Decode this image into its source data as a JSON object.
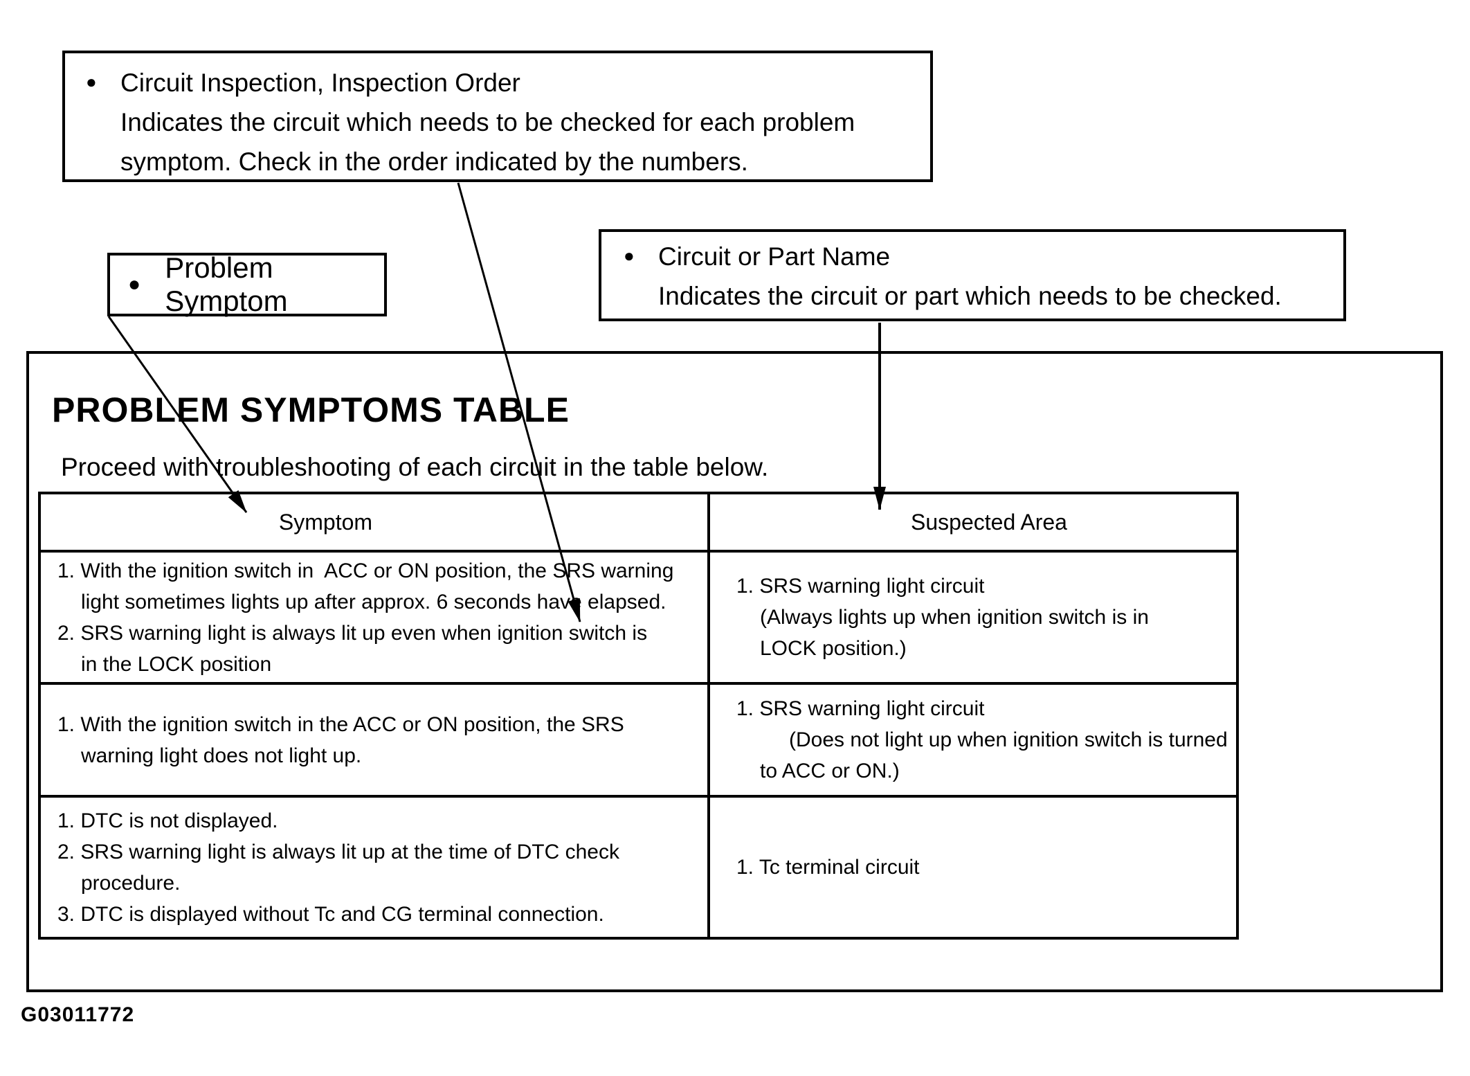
{
  "colors": {
    "ink": "#000000",
    "paper": "#ffffff"
  },
  "callouts": {
    "inspection": {
      "bullet": "●",
      "title": "Circuit Inspection, Inspection Order",
      "line1": "Indicates the circuit which needs to be checked for each problem",
      "line2": "symptom. Check in the order indicated by the numbers."
    },
    "problem_symptom": {
      "bullet": "●",
      "label": "Problem Symptom"
    },
    "circuit_or_part": {
      "bullet": "●",
      "title": "Circuit or Part Name",
      "line1": "Indicates the circuit or part which needs to be checked."
    }
  },
  "main": {
    "title": "PROBLEM SYMPTOMS TABLE",
    "subtitle": "Proceed with troubleshooting of each circuit in the table below.",
    "figure_id": "G03011772"
  },
  "table": {
    "headers": {
      "symptom": "Symptom",
      "suspected": "Suspected Area"
    },
    "rows": [
      {
        "symptom_lines": [
          {
            "text": "1. With the ignition switch in  ACC or ON position, the SRS warning",
            "indent": 0
          },
          {
            "text": "light sometimes lights up after approx. 6 seconds have elapsed.",
            "indent": 1
          },
          {
            "text": "2. SRS warning light is always lit up even when ignition switch is",
            "indent": 0
          },
          {
            "text": "in the LOCK position",
            "indent": 1
          }
        ],
        "suspected_lines": [
          {
            "text": "1. SRS warning light circuit",
            "indent": 0
          },
          {
            "text": "(Always lights up when ignition switch is in",
            "indent": 1
          },
          {
            "text": "LOCK position.)",
            "indent": 1
          }
        ]
      },
      {
        "symptom_lines": [
          {
            "text": "1. With the ignition switch in the ACC or ON position, the SRS",
            "indent": 0
          },
          {
            "text": "warning light does not light up.",
            "indent": 1
          }
        ],
        "suspected_lines": [
          {
            "text": "1. SRS warning light circuit",
            "indent": 0
          },
          {
            "text": "(Does not light up when ignition switch is turned",
            "indent": 2
          },
          {
            "text": "to ACC or ON.)",
            "indent": 1
          }
        ]
      },
      {
        "symptom_lines": [
          {
            "text": "1. DTC is not displayed.",
            "indent": 0
          },
          {
            "text": "2. SRS warning light is always lit up at the time of DTC check",
            "indent": 0
          },
          {
            "text": "procedure.",
            "indent": 1
          },
          {
            "text": "3. DTC is displayed without Tc and CG terminal connection.",
            "indent": 0
          }
        ],
        "suspected_lines": [
          {
            "text": "1. Tc terminal circuit",
            "indent": 0
          }
        ]
      }
    ]
  }
}
